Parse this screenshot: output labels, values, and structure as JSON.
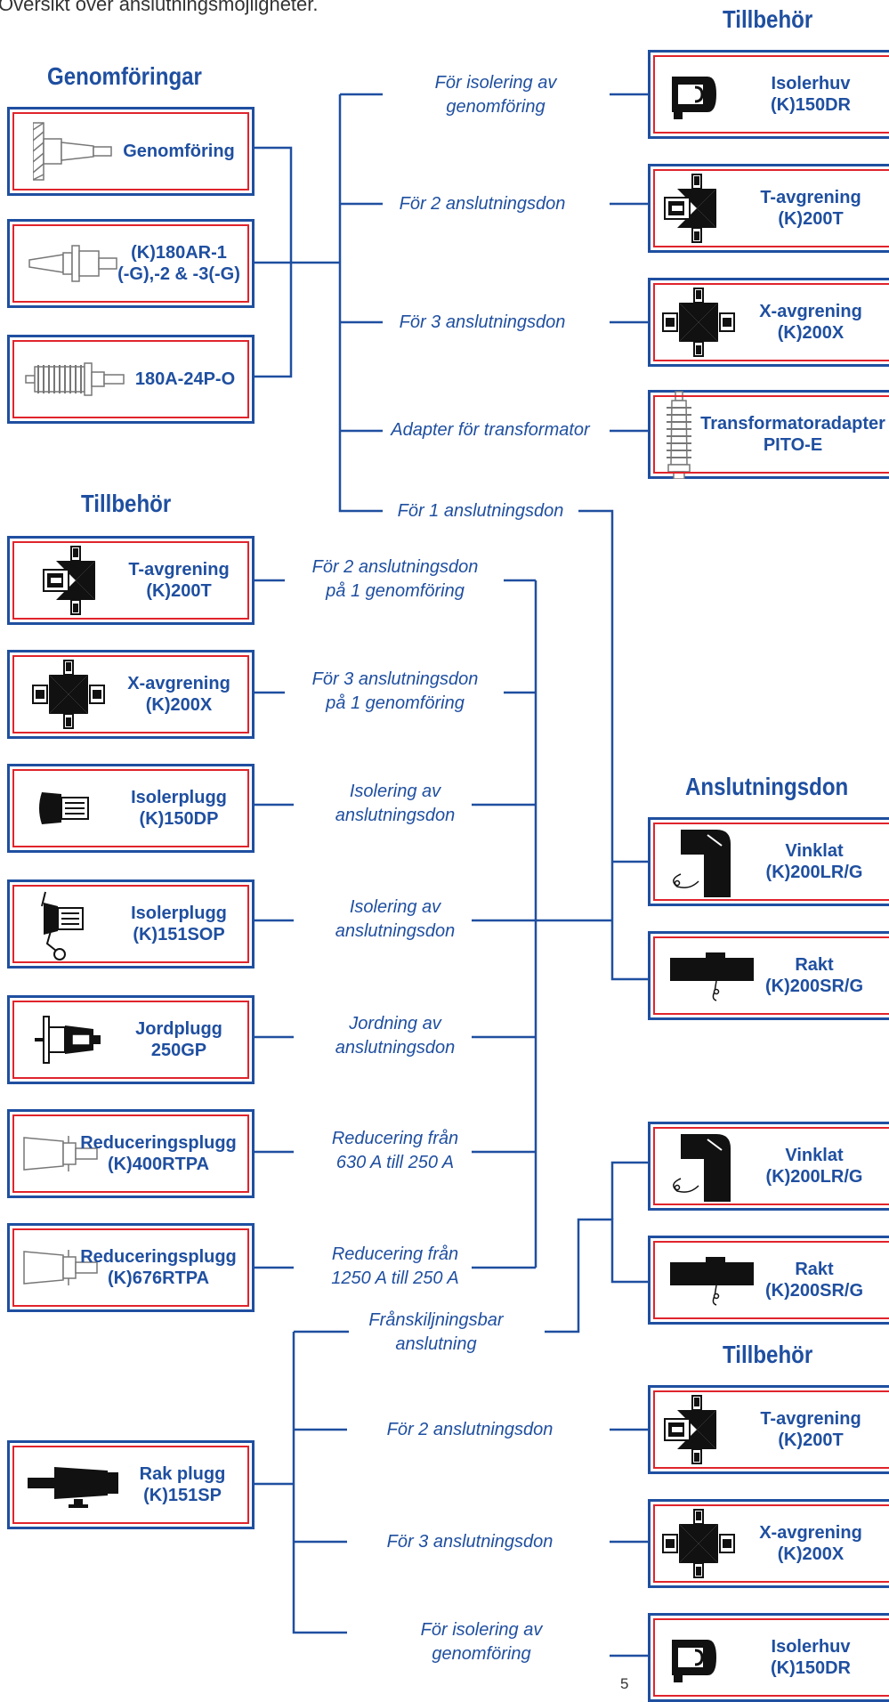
{
  "intro": "Översikt över anslutningsmöjligheter.",
  "page_number": "5",
  "colors": {
    "blue": "#1f4fa0",
    "red": "#e0242c"
  },
  "headings": {
    "top_right": "Tillbehör",
    "bushings": "Genomföringar",
    "left_accessories": "Tillbehör",
    "connectors": "Anslutningsdon",
    "bottom_right": "Tillbehör"
  },
  "bushings": [
    {
      "line1": "Genomföring",
      "line2": "",
      "icon": "bushing-wall-icon"
    },
    {
      "line1": "(K)180AR-1",
      "line2": "(-G),-2 & -3(-G)",
      "icon": "bushing-insert-icon"
    },
    {
      "line1": "180A-24P-O",
      "line2": "",
      "icon": "bushing-ribbed-icon"
    }
  ],
  "top_right": [
    {
      "line1": "Isolerhuv",
      "line2": "(K)150DR",
      "icon": "insulating-cap-icon"
    },
    {
      "line1": "T-avgrening",
      "line2": "(K)200T",
      "icon": "t-branch-icon"
    },
    {
      "line1": "X-avgrening",
      "line2": "(K)200X",
      "icon": "x-branch-icon"
    },
    {
      "line1": "Transformatoradapter",
      "line2": "PITO-E",
      "icon": "transformer-adapter-icon"
    }
  ],
  "top_captions": [
    {
      "line1": "För isolering av",
      "line2": "genomföring"
    },
    {
      "line1": "För 2 anslutningsdon",
      "line2": ""
    },
    {
      "line1": "För 3 anslutningsdon",
      "line2": ""
    },
    {
      "line1": "Adapter för transformator",
      "line2": ""
    },
    {
      "line1": "För 1 anslutningsdon",
      "line2": ""
    }
  ],
  "left_accessories": [
    {
      "line1": "T-avgrening",
      "line2": "(K)200T",
      "icon": "t-branch-icon"
    },
    {
      "line1": "X-avgrening",
      "line2": "(K)200X",
      "icon": "x-branch-icon"
    },
    {
      "line1": "Isolerplugg",
      "line2": "(K)150DP",
      "icon": "insulating-plug-icon"
    },
    {
      "line1": "Isolerplugg",
      "line2": "(K)151SOP",
      "icon": "insulating-plug-ring-icon"
    },
    {
      "line1": "Jordplugg",
      "line2": "250GP",
      "icon": "earth-plug-icon"
    },
    {
      "line1": "Reduceringsplugg",
      "line2": "(K)400RTPA",
      "icon": "reducing-plug-icon"
    },
    {
      "line1": "Reduceringsplugg",
      "line2": "(K)676RTPA",
      "icon": "reducing-plug-icon"
    }
  ],
  "mid_captions": [
    {
      "line1": "För 2 anslutningsdon",
      "line2": "på 1 genomföring"
    },
    {
      "line1": "För 3 anslutningsdon",
      "line2": "på 1 genomföring"
    },
    {
      "line1": "Isolering av",
      "line2": "anslutningsdon"
    },
    {
      "line1": "Isolering av",
      "line2": "anslutningsdon"
    },
    {
      "line1": "Jordning av",
      "line2": "anslutningsdon"
    },
    {
      "line1": "Reducering från",
      "line2": "630 A till 250 A"
    },
    {
      "line1": "Reducering från",
      "line2": "1250 A till 250 A"
    }
  ],
  "connectors": [
    {
      "line1": "Vinklat",
      "line2": "(K)200LR/G",
      "icon": "elbow-connector-icon"
    },
    {
      "line1": "Rakt",
      "line2": "(K)200SR/G",
      "icon": "straight-connector-icon"
    }
  ],
  "lower_connectors": [
    {
      "line1": "Vinklat",
      "line2": "(K)200LR/G",
      "icon": "elbow-connector-icon"
    },
    {
      "line1": "Rakt",
      "line2": "(K)200SR/G",
      "icon": "straight-connector-icon"
    }
  ],
  "rak_plugg": {
    "line1": "Rak plugg",
    "line2": "(K)151SP",
    "icon": "straight-plug-icon"
  },
  "bottom_captions": [
    {
      "line1": "Frånskiljningsbar",
      "line2": "anslutning"
    },
    {
      "line1": "För 2 anslutningsdon",
      "line2": ""
    },
    {
      "line1": "För 3 anslutningsdon",
      "line2": ""
    },
    {
      "line1": "För isolering av",
      "line2": "genomföring"
    }
  ],
  "bottom_right": [
    {
      "line1": "T-avgrening",
      "line2": "(K)200T",
      "icon": "t-branch-icon"
    },
    {
      "line1": "X-avgrening",
      "line2": "(K)200X",
      "icon": "x-branch-icon"
    },
    {
      "line1": "Isolerhuv",
      "line2": "(K)150DR",
      "icon": "insulating-cap-icon"
    }
  ]
}
